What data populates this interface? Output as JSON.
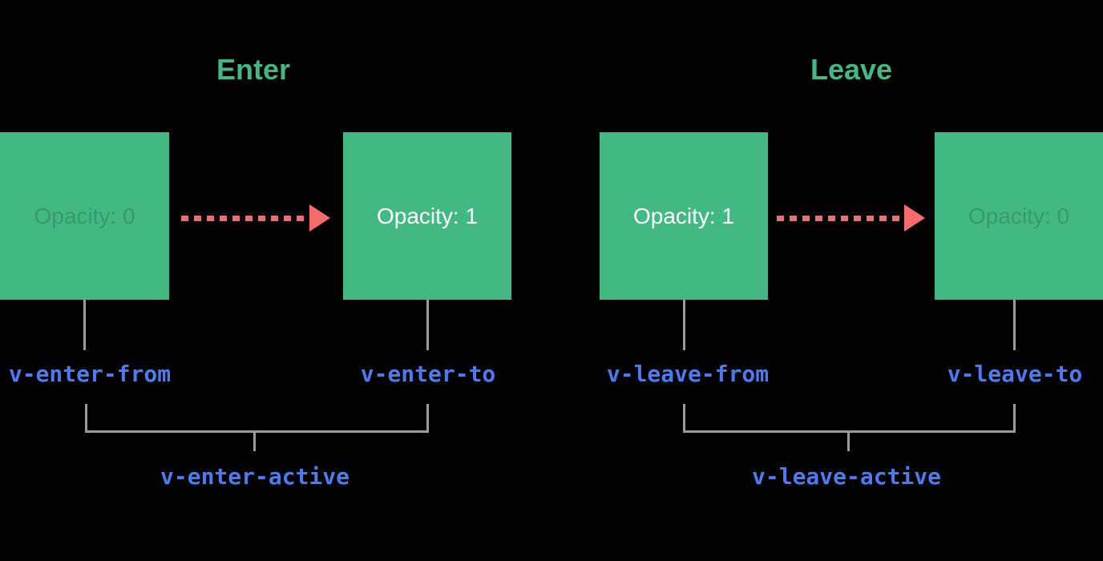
{
  "diagram": {
    "description": "Vue transition classes diagram",
    "colors": {
      "bg": "#000000",
      "green": "#42b883",
      "blue": "#4a7bf5",
      "red": "#f66b6b",
      "gray": "#9b9b9b",
      "box_text_solid": "#ffffff",
      "box_text_faded": "rgba(0,0,0,0.16)"
    },
    "sections": [
      {
        "title": "Enter",
        "start_box": {
          "label": "Opacity: 0",
          "state": "faded"
        },
        "end_box": {
          "label": "Opacity: 1",
          "state": "solid"
        },
        "from_class": "v-enter-from",
        "to_class": "v-enter-to",
        "active_class": "v-enter-active"
      },
      {
        "title": "Leave",
        "start_box": {
          "label": "Opacity: 1",
          "state": "solid"
        },
        "end_box": {
          "label": "Opacity: 0",
          "state": "faded"
        },
        "from_class": "v-leave-from",
        "to_class": "v-leave-to",
        "active_class": "v-leave-active"
      }
    ]
  }
}
